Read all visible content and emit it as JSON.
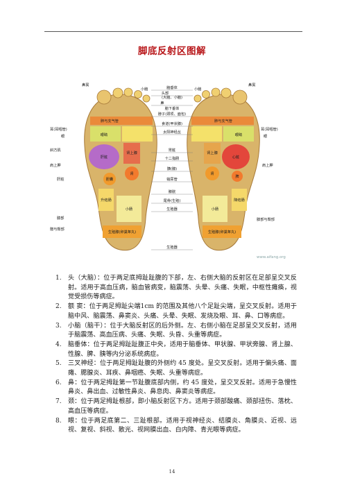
{
  "document": {
    "title": "脚底反射区图解",
    "page_number": "14"
  },
  "figure": {
    "watermark": "www.aifang.org",
    "labels": {
      "top_left": "鼻窦",
      "top_right": "鼻窦",
      "small_brain_l": "小脑",
      "small_brain_r": "小脑",
      "c_brain_stem": "脑垂体",
      "c_head": "头部",
      "c_head2": "(大脑、小脑)",
      "c_nose": "鼻",
      "c_pituitary": "脑下垂体",
      "c_neck": "脖子(颈项、面包)",
      "c_thyroid": "食道(甲状腺)",
      "c_solar": "太阳神经丛",
      "c_stomach": "胃脏",
      "c_duodenum": "十二指肠",
      "c_pancreas": "胰(腺)",
      "c_ureter": "输尿管",
      "c_bladder": "膀胱",
      "c_sciatic": "尾骨(生殖)",
      "c_genital": "生殖器",
      "l_ear": "耳(耳咽管)",
      "l_eye": "眼",
      "l_trapezius": "斜方肌",
      "l_shoulder": "肩上胛",
      "l_liver": "肝脏",
      "l_knee": "膝部",
      "l_hip": "髋与臀部",
      "r_ear": "耳(耳咽管)",
      "r_eye": "眼",
      "r_shoulder": "肩上胛",
      "r_lower": "膝部与臀部",
      "z_lung_l": "肺与支气管",
      "z_lung_r": "肺与支气管",
      "z_eye_l": "眼睛",
      "z_eye_r": "眼睛",
      "z_heart": "心脏",
      "z_liver": "肝脏",
      "z_gall": "胆囊",
      "z_spleen": "脾",
      "z_kidney_l": "肾",
      "z_kidney_r": "肾",
      "z_adrenal_l": "肾上腺",
      "z_adrenal_r": "肾上腺",
      "z_stomach": "胃",
      "z_colon_l": "升结肠",
      "z_colon_r": "降结肠",
      "z_small_l": "小肠",
      "z_small_r": "小肠",
      "z_bladder": "膀胱",
      "z_ovary_l": "生殖腺(卵巢睾丸)",
      "z_ovary_r": "生殖腺(卵巢睾丸)"
    }
  },
  "items": [
    {
      "num": "1.",
      "text": "头（大脑）：位于两足底拇趾趾腹的下部，左、右侧大脑的反射区在足部呈交叉反射。适用于高血压病，脑血管病变，脑震荡、头晕、头痛、失眠，中枢性瘫痪，视觉受损伤等病症。"
    },
    {
      "num": "2.",
      "text": "额 窦：位于两足拇趾尖端1cm 的范围及其他八个足趾尖端，呈交叉反射。适用于脑中风、脑震荡、鼻窦炎、头痛、头晕、失眠、发烧及眼、耳、鼻、口等病症。"
    },
    {
      "num": "3.",
      "text": "小脑（脑干）：位于大脑反射区的后外侧。左、右侧小脑在足部呈交叉反射，适用于脑震荡、高血压病、头痛、失眠、头昏、头重等病症。"
    },
    {
      "num": "4.",
      "text": "脑垂体：位于两足拇趾趾腹正中央，适用于脑垂体、甲状腺、甲状旁腺、肾上腺、性腺、脾、胰等内分泌系统病症。"
    },
    {
      "num": "5.",
      "text": "三叉神经：位于两足拇趾趾腹的外侧约 45 度处。呈交叉反射。适用于偏头痛、面瘫、腮腺炎、耳疾、鼻咽癌、失眠、头重等病症。"
    },
    {
      "num": "6.",
      "text": "鼻：位于两足拇趾第一节趾腹底部内侧，约 45 度处，呈交叉反射。适用于急慢性鼻炎、鼻出血、过敏性鼻炎、鼻息肉、鼻窦炎等病症。"
    },
    {
      "num": "7.",
      "text": "颈：位于两足拇趾根部，即小脑反射区下方。适用于颈部酸痛、颈部扭伤、落枕、高血压等病症。"
    },
    {
      "num": "8.",
      "text": "眼：位于两足底第二、三趾根部。适用于视神经炎、结膜炎、角膜炎、近视、远视、复视、斜视、散光、视网膜出血、白内障、青光眼等病症。"
    }
  ]
}
